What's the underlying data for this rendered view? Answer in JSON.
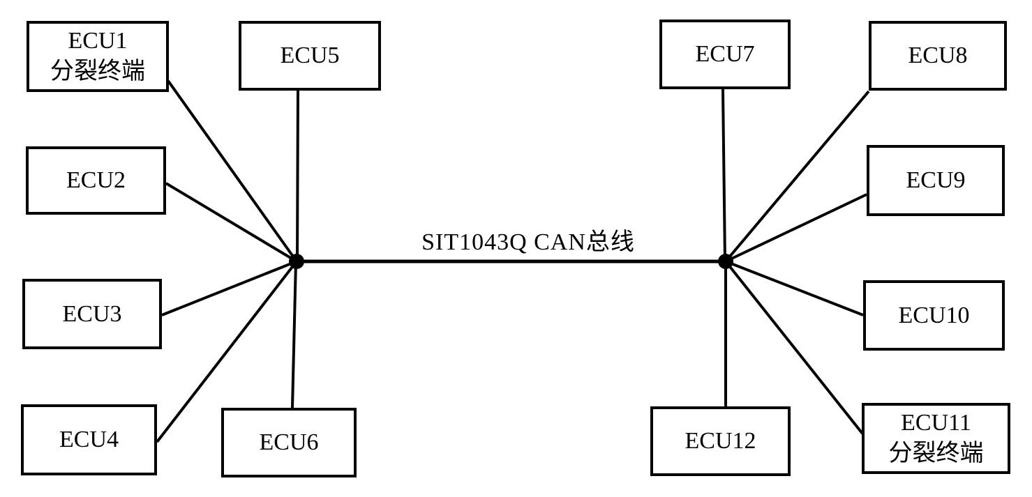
{
  "diagram": {
    "bus": {
      "label": "SIT1043Q CAN总线"
    },
    "nodes": [
      {
        "id": "ecu1",
        "label": "ECU1",
        "sublabel": "分裂终端"
      },
      {
        "id": "ecu2",
        "label": "ECU2"
      },
      {
        "id": "ecu3",
        "label": "ECU3"
      },
      {
        "id": "ecu4",
        "label": "ECU4"
      },
      {
        "id": "ecu5",
        "label": "ECU5"
      },
      {
        "id": "ecu6",
        "label": "ECU6"
      },
      {
        "id": "ecu7",
        "label": "ECU7"
      },
      {
        "id": "ecu8",
        "label": "ECU8"
      },
      {
        "id": "ecu9",
        "label": "ECU9"
      },
      {
        "id": "ecu10",
        "label": "ECU10"
      },
      {
        "id": "ecu11",
        "label": "ECU11",
        "sublabel": "分裂终端"
      },
      {
        "id": "ecu12",
        "label": "ECU12"
      }
    ],
    "edges": [
      {
        "from": "ECU1",
        "to": "left-junction"
      },
      {
        "from": "ECU2",
        "to": "left-junction"
      },
      {
        "from": "ECU3",
        "to": "left-junction"
      },
      {
        "from": "ECU4",
        "to": "left-junction"
      },
      {
        "from": "ECU5",
        "to": "left-junction"
      },
      {
        "from": "ECU6",
        "to": "left-junction"
      },
      {
        "from": "ECU7",
        "to": "right-junction"
      },
      {
        "from": "ECU8",
        "to": "right-junction"
      },
      {
        "from": "ECU9",
        "to": "right-junction"
      },
      {
        "from": "ECU10",
        "to": "right-junction"
      },
      {
        "from": "ECU11",
        "to": "right-junction"
      },
      {
        "from": "ECU12",
        "to": "right-junction"
      },
      {
        "from": "left-junction",
        "to": "right-junction",
        "via": "SIT1043Q CAN总线"
      }
    ],
    "colors": {
      "line": "#000000",
      "box_border": "#000000",
      "text": "#000000",
      "background": "#ffffff"
    }
  }
}
